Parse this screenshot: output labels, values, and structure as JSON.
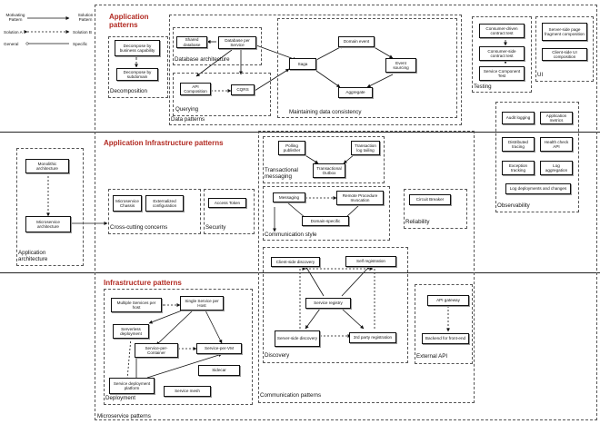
{
  "legend": {
    "motivating": "Motivating Pattern",
    "solution": "Solution Pattern",
    "solution_a": "Solution A",
    "solution_b": "Solution B",
    "general": "General",
    "specific": "Specific"
  },
  "sections": {
    "application": "Application patterns",
    "app_infra": "Application Infrastructure patterns",
    "infra": "Infrastructure patterns"
  },
  "groups": {
    "decomposition": "Decomposition",
    "database_architecture": "Database architecture",
    "querying": "Querying",
    "data_patterns": "Data patterns",
    "maintaining": "Maintaining data consistency",
    "testing": "Testing",
    "ui": "UI",
    "observability": "Observability",
    "transactional_messaging": "Transactional messaging",
    "communication_style": "Communication style",
    "reliability": "Reliability",
    "cross_cutting": "Cross-cutting concerns",
    "security": "Security",
    "application_architecture": "Application architecture",
    "discovery": "Discovery",
    "external_api": "External API",
    "deployment": "Deployment",
    "communication_patterns": "Communication patterns",
    "microservice_patterns": "Microservice patterns"
  },
  "nodes": {
    "decompose_business": "Decompose by business capability",
    "decompose_subdomain": "Decompose by subdomain",
    "shared_database": "Shared database",
    "database_per_service": "Database per Service",
    "api_composition": "API Composition",
    "cqrs": "CQRS",
    "saga": "Saga",
    "domain_event": "Domain event",
    "event_sourcing": "Event sourcing",
    "aggregate": "Aggregate",
    "consumer_driven": "Consumer-driven contract test",
    "consumer_side": "Consumer-side contract test",
    "service_component": "Service Component Test",
    "server_side_fragment": "Server-side page fragment composition",
    "client_side_ui": "Client-side UI composition",
    "audit_logging": "Audit logging",
    "app_metrics": "Application metrics",
    "distributed_tracing": "Distributed tracing",
    "health_check": "Health check API",
    "exception_tracking": "Exception tracking",
    "log_aggregation": "Log aggregation",
    "log_deployments": "Log deployments and changes",
    "polling_publisher": "Polling publisher",
    "transaction_log_tailing": "Transaction log tailing",
    "transactional_outbox": "Transactional Outbox",
    "messaging": "Messaging",
    "rpi": "Remote Procedure Invocation",
    "domain_specific": "Domain-specific",
    "circuit_breaker": "Circuit Breaker",
    "microservice_chassis": "Microservice Chassis",
    "externalized_config": "Externalized configuration",
    "access_token": "Access Token",
    "monolithic": "Monolithic architecture",
    "microservice_arch": "Microservice architecture",
    "client_side_discovery": "Client-side discovery",
    "self_registration": "Self registration",
    "service_registry": "Service registry",
    "server_side_discovery": "Server-side discovery",
    "third_party_registration": "3rd party registration",
    "api_gateway": "API gateway",
    "bff": "Backend for front-end",
    "multiple_services": "Multiple Services per host",
    "single_service": "Single Service per Host",
    "serverless": "Serverless deployment",
    "service_per_container": "Service-per-Container",
    "service_per_vm": "Service-per-VM",
    "service_deployment_platform": "Service deployment platform",
    "sidecar": "Sidecar",
    "service_mesh": "Service mesh"
  },
  "colors": {
    "section_title": "#b22a22",
    "lines": "#111111",
    "dashed_border": "#555555"
  }
}
